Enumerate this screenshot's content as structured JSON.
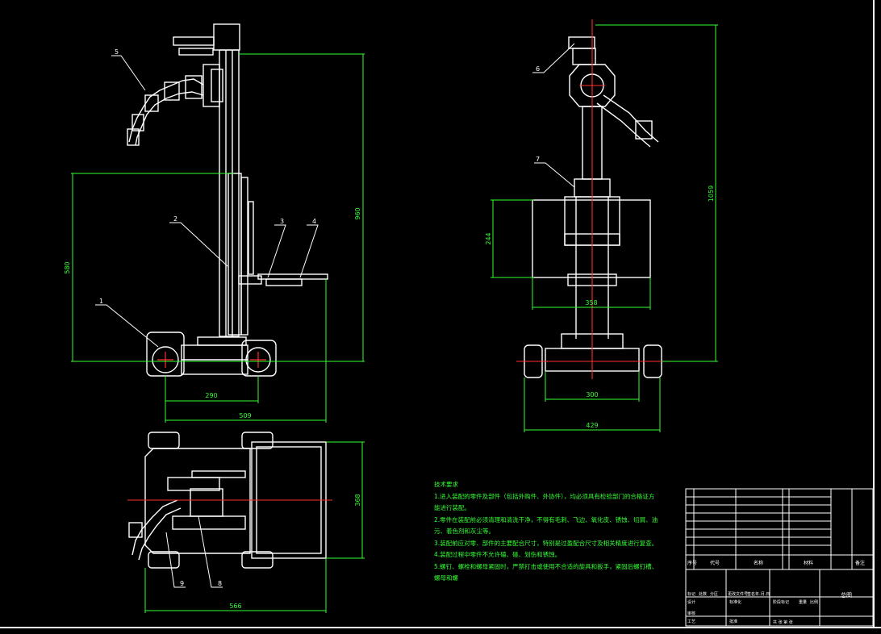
{
  "colors": {
    "background": "#000000",
    "outline": "#ffffff",
    "dimension": "#33ff33",
    "centerline": "#ff2222",
    "border": "#ffffff"
  },
  "part_labels": {
    "p1": "1",
    "p2": "2",
    "p3": "3",
    "p4": "4",
    "p5": "5",
    "p6": "6",
    "p7": "7",
    "p8": "8",
    "p9": "9"
  },
  "dimensions": {
    "height_left": "960",
    "mid_left": "580",
    "wheelbase": "290",
    "length_front": "509",
    "height_right": "1059",
    "bin_height": "244",
    "bin_width": "358",
    "track": "300",
    "width_right": "429",
    "plan_width": "368",
    "plan_length": "566"
  },
  "notes": {
    "title": "技术要求",
    "lines": [
      "1.进入装配的零件及部件（包括外购件、外协件），均必须具有检验部门的合格证方",
      "能进行装配。",
      "2.零件在装配前必须清理和清洗干净，不得有毛刺、飞边、氧化皮、锈蚀、切屑、油",
      "污、着色剂和灰尘等。",
      "3.装配前应对零、部件的主要配合尺寸，特别是过盈配合尺寸及相关精度进行复查。",
      "4.装配过程中零件不允许磕、碰、划伤和锈蚀。",
      "5.螺钉、螺栓和螺母紧固时，严禁打击或使用不合适的旋具和扳手，紧固后螺钉槽、",
      "螺母和螺"
    ]
  },
  "title_block": {
    "col_seq": "序号",
    "col_code": "代号",
    "col_name": "名称",
    "col_material": "材料",
    "col_remarks": "备注",
    "drawing_name": "总图",
    "rev_mark": "标记",
    "rev_count": "处数",
    "rev_zone": "分区",
    "rev_doc": "更改文件号",
    "rev_sign": "签名",
    "rev_date": "年.月.日",
    "design": "设计",
    "standardize": "标准化",
    "check": "审核",
    "process": "工艺",
    "approve": "批准",
    "stage": "阶段标记",
    "weight": "重量",
    "scale": "比例",
    "sheets": "共 张 第 张"
  }
}
